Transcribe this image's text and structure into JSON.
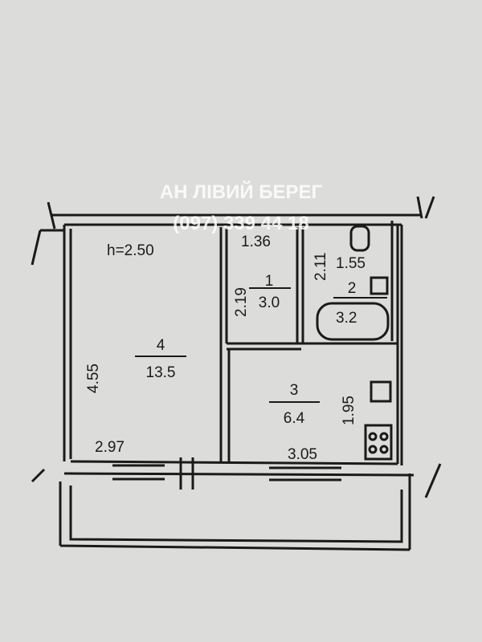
{
  "watermark": {
    "agency": "АН ЛІВИЙ БЕРЕГ",
    "phone": "(097) 339 44 18"
  },
  "ceiling_height": "h=2.50",
  "rooms": [
    {
      "number": "1",
      "area": "3.0",
      "width": "1.36",
      "length": "2.19"
    },
    {
      "number": "2",
      "area": "3.2",
      "width": "1.55",
      "length": "2.11"
    },
    {
      "number": "3",
      "area": "6.4",
      "width": "3.05",
      "length": "1.95"
    },
    {
      "number": "4",
      "area": "13.5",
      "width": "2.97",
      "length": "4.55"
    }
  ]
}
